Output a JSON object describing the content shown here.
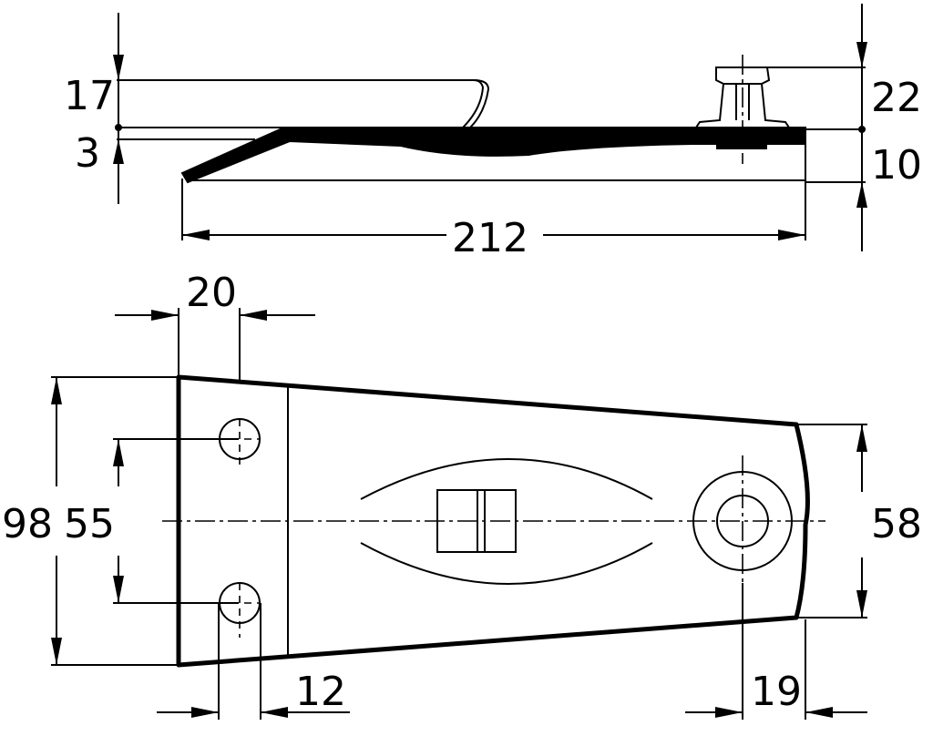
{
  "drawing": {
    "side_view": {
      "dims": {
        "height_17": "17",
        "height_3": "3",
        "height_22": "22",
        "height_10": "10",
        "length_212": "212"
      }
    },
    "top_view": {
      "dims": {
        "width_20": "20",
        "height_98": "98",
        "height_55": "55",
        "height_58": "58",
        "width_12": "12",
        "width_19": "19"
      }
    }
  }
}
